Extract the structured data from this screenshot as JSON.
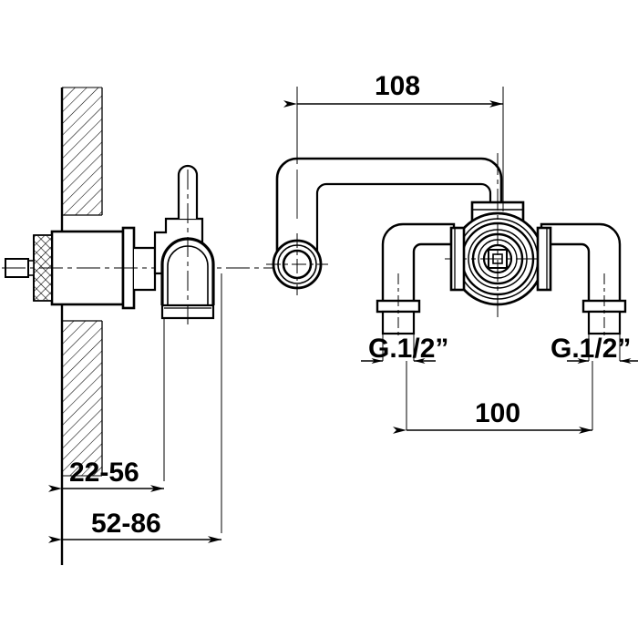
{
  "drawing": {
    "title": "Wall-mounted two-handle basin mixer — dimensioned technical drawing",
    "background_color": "#ffffff",
    "line_color": "#000000",
    "hatch_color": "#000000",
    "units": "mm",
    "views": [
      {
        "name": "side-section-view",
        "description": "Left side sectional view through the wall showing the valve cartridge and lever handle"
      },
      {
        "name": "front-elevation-view",
        "description": "Right front elevation showing the swivel spout, central valve body and two G.1/2\" inlet connections"
      }
    ]
  },
  "dimensions": {
    "spout_reach": {
      "label": "108",
      "name": "spout-reach-dimension"
    },
    "inlet_spacing": {
      "label": "100",
      "name": "inlet-spacing-dimension"
    },
    "wall_thickness_range": {
      "label": "22-56",
      "name": "wall-thickness-dimension"
    },
    "total_projection_range": {
      "label": "52-86",
      "name": "total-projection-dimension"
    },
    "inlet_thread_left": {
      "label": "G.1/2”",
      "name": "left-inlet-thread-label"
    },
    "inlet_thread_right": {
      "label": "G.1/2”",
      "name": "right-inlet-thread-label"
    }
  },
  "components": {
    "wall": "wall-section",
    "cartridge": "valve-cartridge",
    "handle": "lever-handle",
    "spout": "swivel-spout",
    "aerator": "spout-aerator-outlet",
    "valve_body": "central-valve-body",
    "left_elbow": "left-inlet-elbow",
    "right_elbow": "right-inlet-elbow"
  },
  "style": {
    "stroke_width_heavy": "2.6",
    "stroke_width_medium": "1.9",
    "stroke_width_thin": "1.1",
    "stroke_width_hair": "0.8",
    "dim_font_size": "30"
  }
}
